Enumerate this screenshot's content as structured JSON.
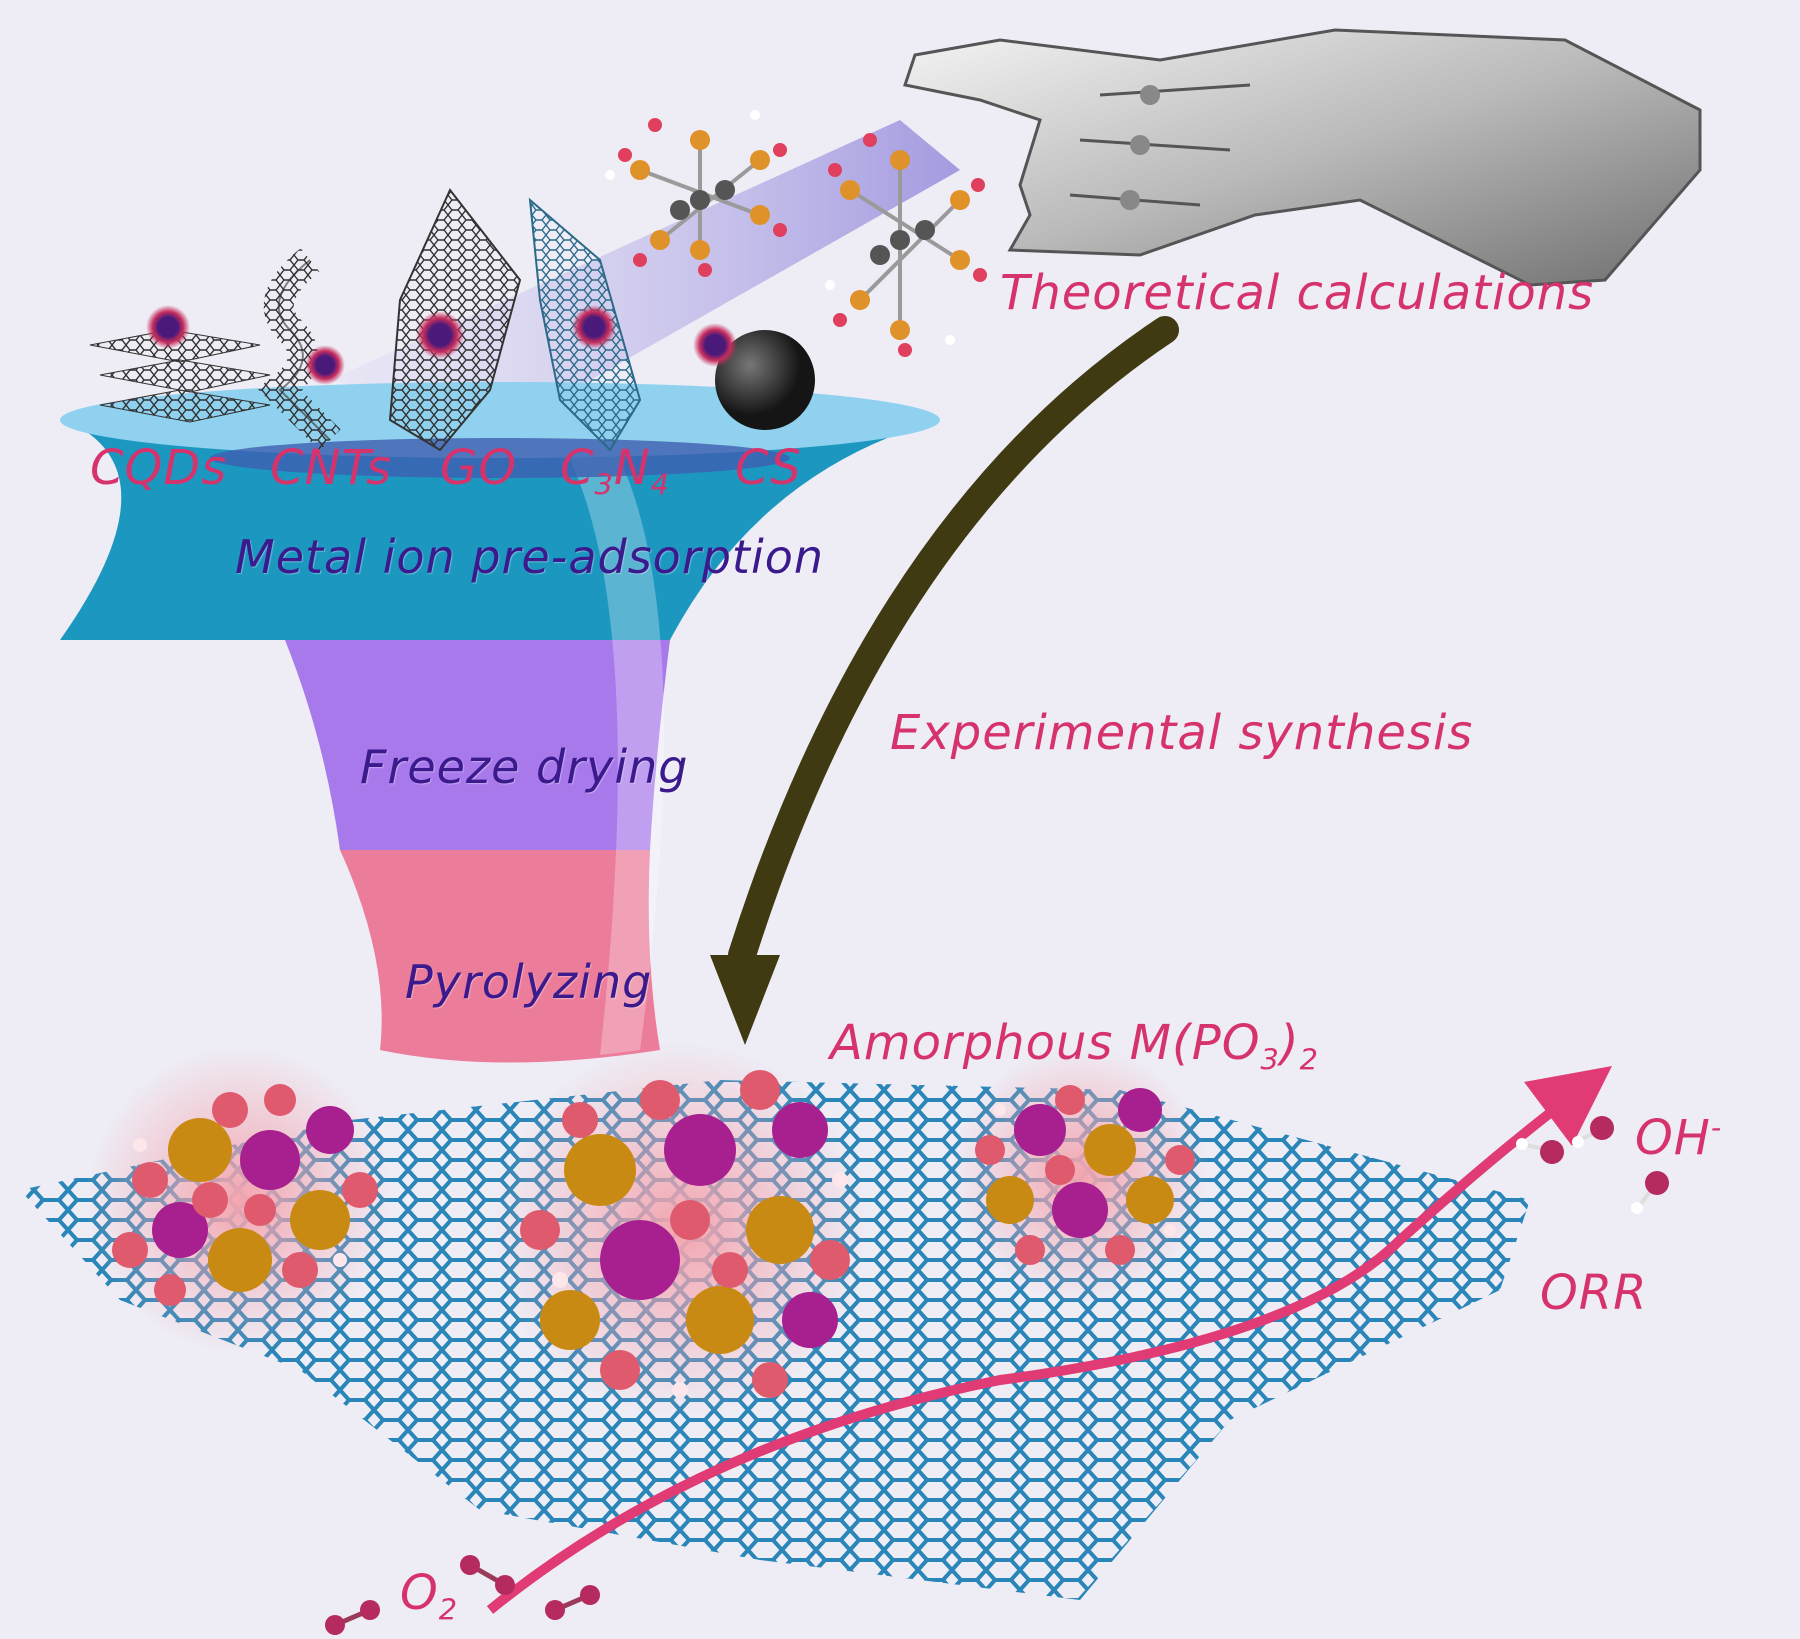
{
  "materials": [
    {
      "id": "cqds",
      "label": "CQDs"
    },
    {
      "id": "cnts",
      "label": "CNTs"
    },
    {
      "id": "go",
      "label": "GO"
    },
    {
      "id": "c3n4",
      "label_main": "C",
      "sub1": "3",
      "mid": "N",
      "sub2": "4"
    },
    {
      "id": "cs",
      "label": "CS"
    }
  ],
  "funnel_steps": {
    "step1": "Metal ion pre-adsorption",
    "step2": "Freeze drying",
    "step3": "Pyrolyzing"
  },
  "labels": {
    "theory": "Theoretical calculations",
    "experiment": "Experimental synthesis",
    "product_main": "Amorphous M(PO",
    "product_sub": "3",
    "product_close": ")",
    "product_sub2": "2",
    "reactant_main": "O",
    "reactant_sub": "2",
    "product_ion_main": "OH",
    "product_ion_sup": "-",
    "reaction": "ORR"
  },
  "colors": {
    "accent_pink": "#d6336c",
    "text_purple": "#3a1a8c",
    "funnel_blue": "#1c98c0",
    "funnel_purple": "#a879ea",
    "funnel_pink": "#ec7d9a",
    "arrow_olive": "#3f3a12",
    "atom_metal": "#a8208f",
    "atom_p": "#c98a14",
    "atom_o": "#e05a6e",
    "atom_c_blue": "#2a86b8",
    "atom_c_dark": "#3a3a3a"
  }
}
